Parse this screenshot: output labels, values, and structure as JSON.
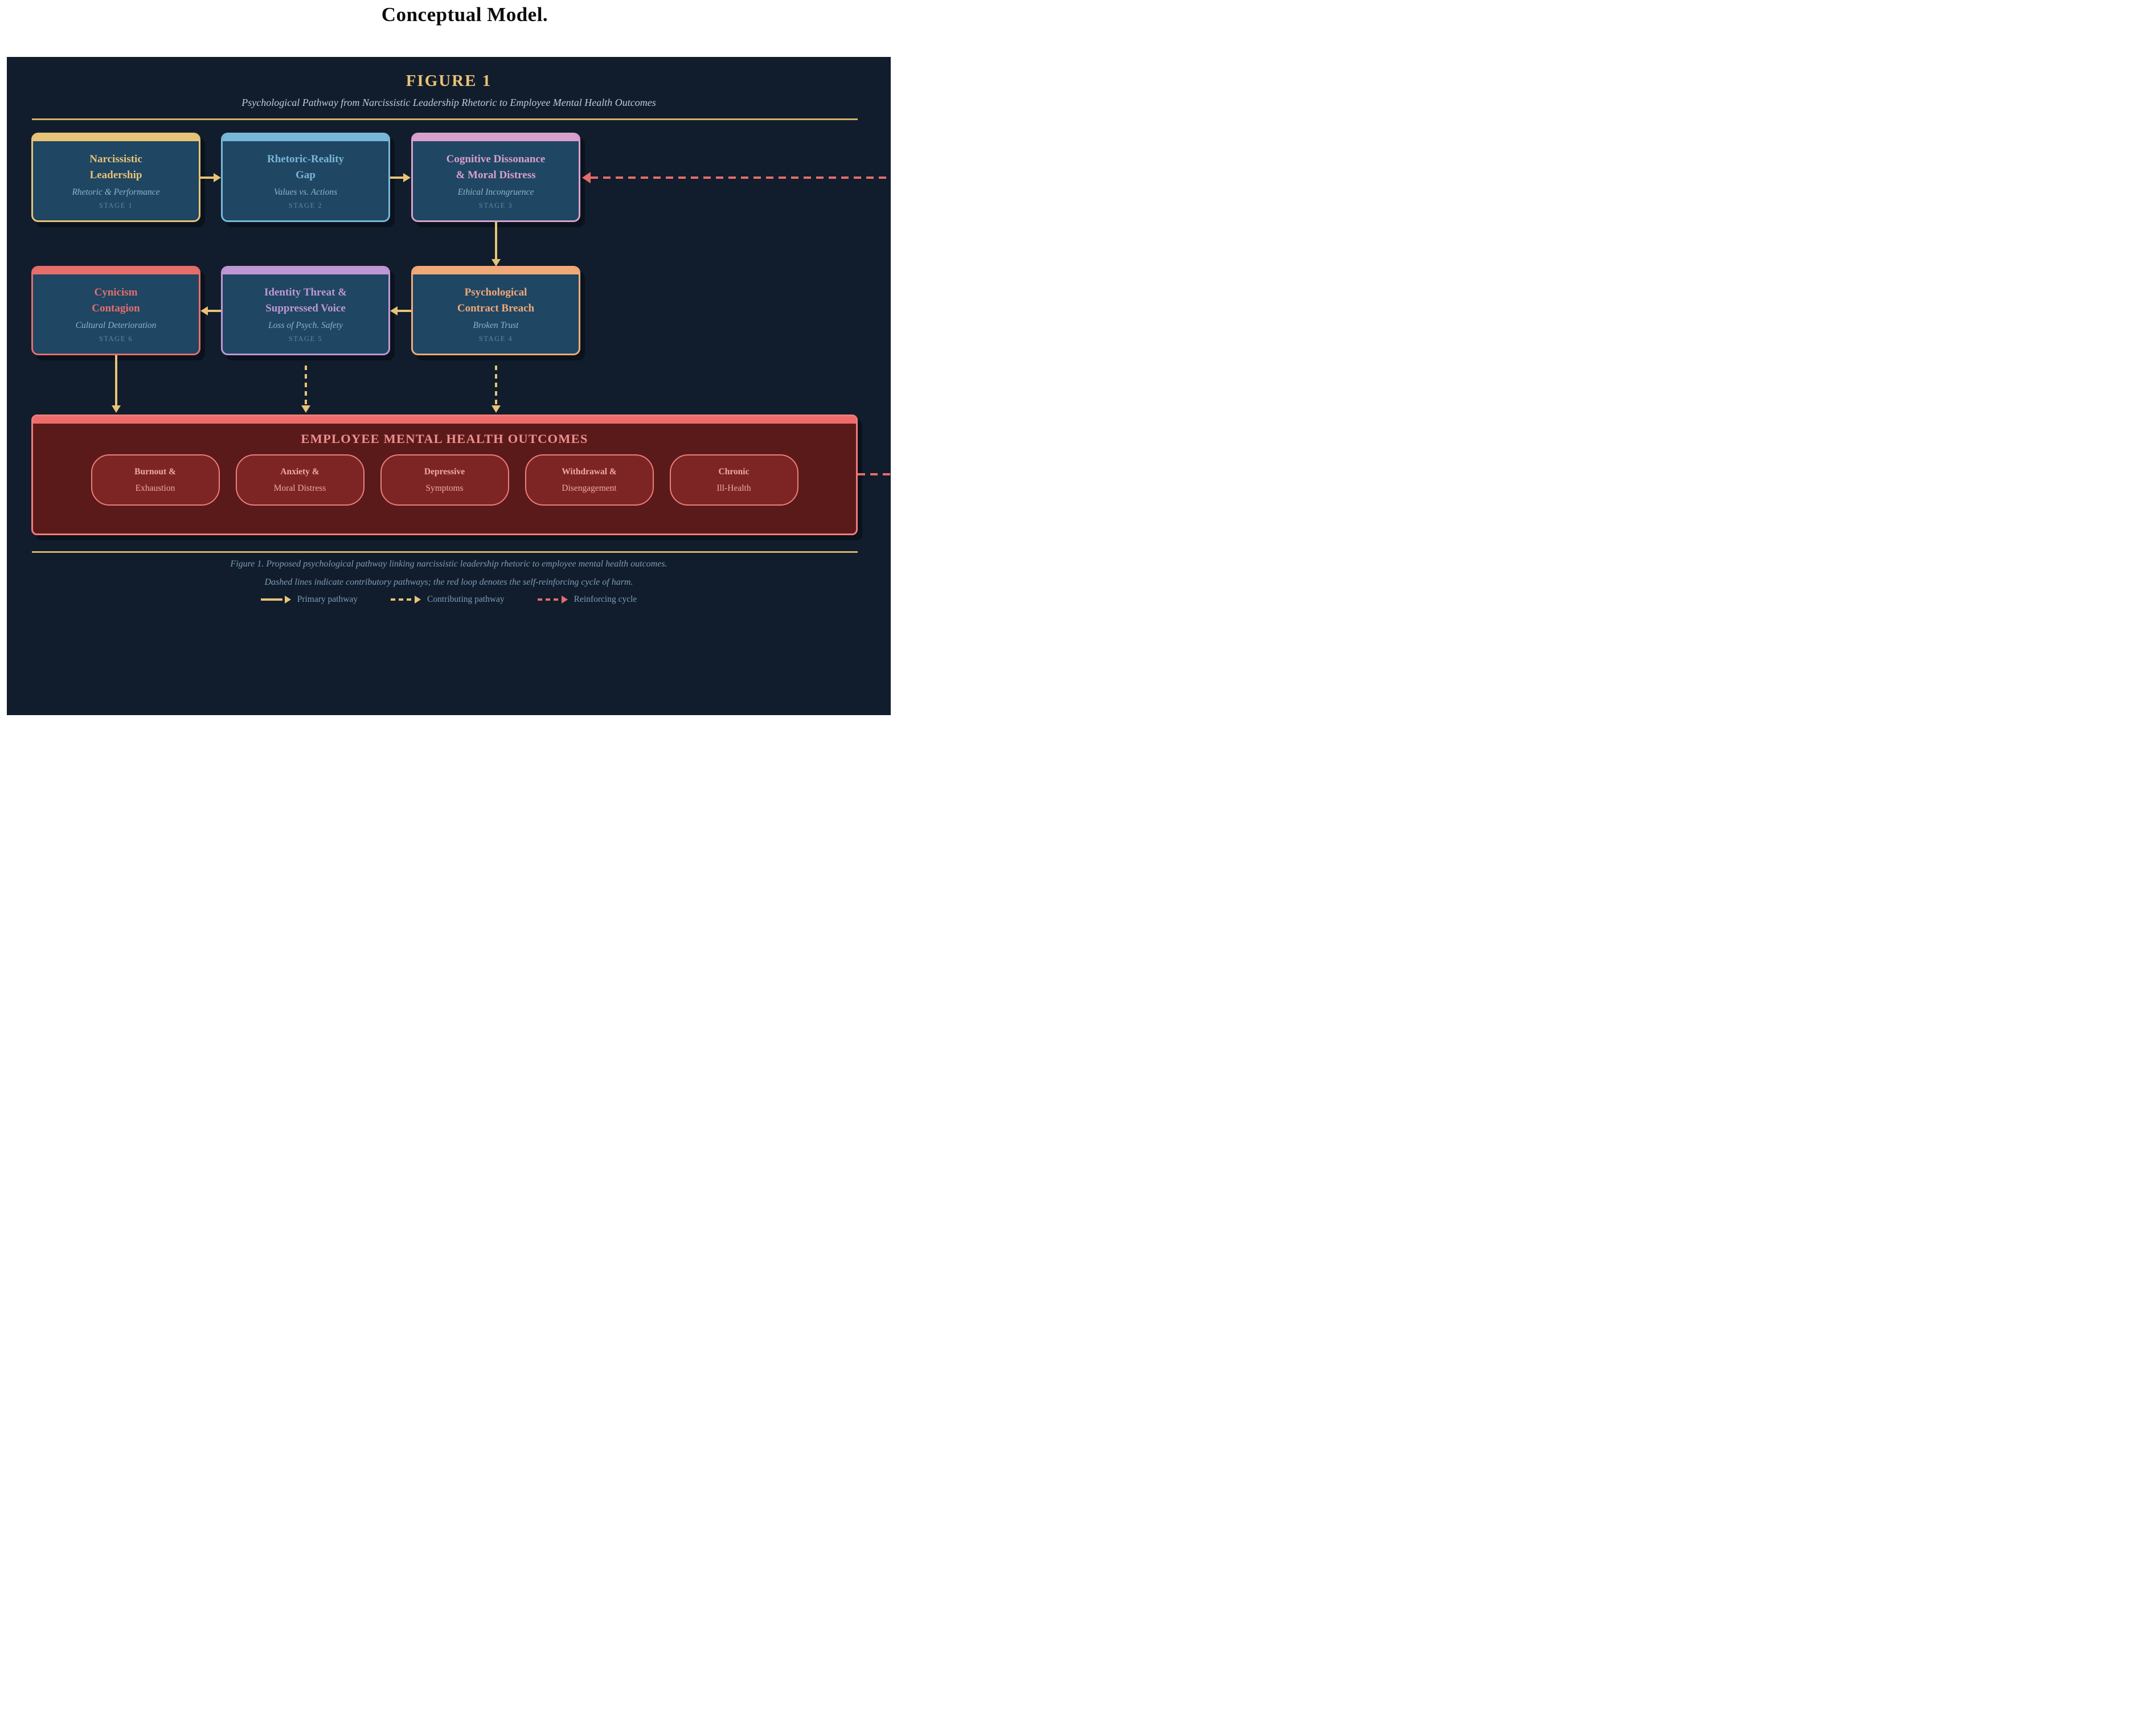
{
  "page_title": "Conceptual Model.",
  "figure": {
    "label": "FIGURE 1",
    "subtitle": "Psychological Pathway from Narcissistic Leadership Rhetoric to Employee Mental Health Outcomes"
  },
  "stages": [
    {
      "title_line1": "Narcissistic",
      "title_line2": "Leadership",
      "subtitle": "Rhetoric & Performance",
      "stage": "STAGE 1",
      "color": "#e8c377"
    },
    {
      "title_line1": "Rhetoric-Reality",
      "title_line2": "Gap",
      "subtitle": "Values vs. Actions",
      "stage": "STAGE 2",
      "color": "#79b7d9"
    },
    {
      "title_line1": "Cognitive Dissonance",
      "title_line2": "& Moral Distress",
      "subtitle": "Ethical Incongruence",
      "stage": "STAGE 3",
      "color": "#d9a0cb"
    },
    {
      "title_line1": "Psychological",
      "title_line2": "Contract Breach",
      "subtitle": "Broken Trust",
      "stage": "STAGE 4",
      "color": "#f2a978"
    },
    {
      "title_line1": "Identity Threat &",
      "title_line2": "Suppressed Voice",
      "subtitle": "Loss of Psych. Safety",
      "stage": "STAGE 5",
      "color": "#bf97d4"
    },
    {
      "title_line1": "Cynicism",
      "title_line2": "Contagion",
      "subtitle": "Cultural Deterioration",
      "stage": "STAGE 6",
      "color": "#e56e6a"
    }
  ],
  "outcomes": {
    "title": "EMPLOYEE MENTAL HEALTH OUTCOMES",
    "pills": [
      {
        "line1": "Burnout &",
        "line2": "Exhaustion"
      },
      {
        "line1": "Anxiety &",
        "line2": "Moral Distress"
      },
      {
        "line1": "Depressive",
        "line2": "Symptoms"
      },
      {
        "line1": "Withdrawal &",
        "line2": "Disengagement"
      },
      {
        "line1": "Chronic",
        "line2": "Ill-Health"
      }
    ]
  },
  "caption": {
    "line1": "Figure 1. Proposed psychological pathway linking narcissistic leadership rhetoric to employee mental health outcomes.",
    "line2": "Dashed lines indicate contributory pathways; the red loop denotes the self-reinforcing cycle of harm."
  },
  "legend": [
    {
      "label": "Primary pathway",
      "style": "solid",
      "color": "#e8c377"
    },
    {
      "label": "Contributing pathway",
      "style": "dashed",
      "color": "#e8c377"
    },
    {
      "label": "Reinforcing cycle",
      "style": "dashed",
      "color": "#e56e6a"
    }
  ],
  "theme": {
    "page-bg": "#ffffff",
    "title-ink": "#0d0d0d",
    "panel-bg": "#111d2c",
    "shadow": "#0a121d",
    "box-fill": "#1f4663",
    "gold": "#e8c377",
    "rule": "#d3b169",
    "red": "#e56e6a",
    "subtitle-ink": "#bccdd9",
    "sub": "#8fb4cb",
    "stage": "#64869e",
    "caption": "#7e9cb7",
    "maroon": "#5a1a1a",
    "salmon": "#ef6c6c",
    "pill-fill": "#7d2525",
    "pill-border": "#f07d79",
    "outcome-title": "#f08f8f",
    "pill-text": "#f0a8a5"
  }
}
